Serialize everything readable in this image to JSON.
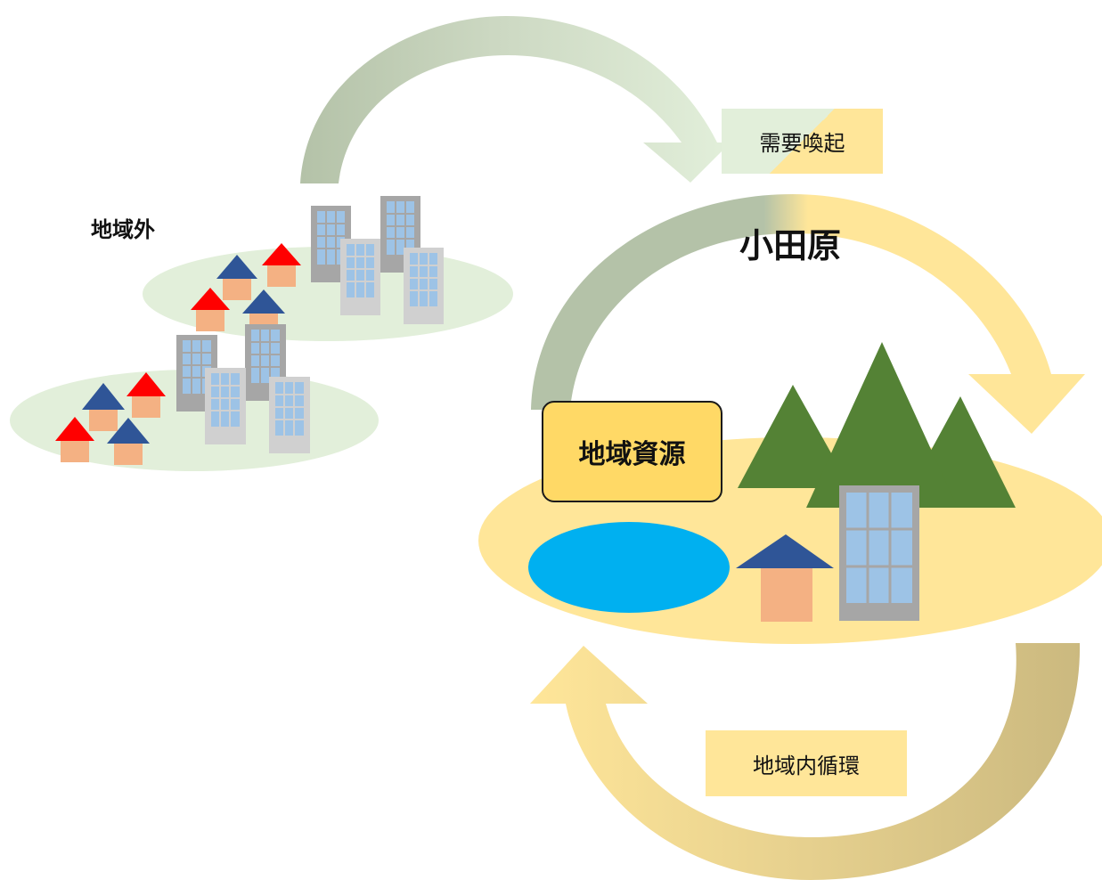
{
  "labels": {
    "outside_region": "地域外",
    "city": "小田原",
    "local_resources": "地域資源",
    "demand_arousal": "需要喚起",
    "local_circulation": "地域内循環"
  },
  "colors": {
    "arrow_green": "#B4C2A8",
    "arrow_green_light": "#E2EFDA",
    "arrow_yellow": "#FFE699",
    "arrow_tan": "#CBB97F",
    "ground_green": "#E2EFDA",
    "ground_yellow": "#FFE699",
    "resource_box": "#FFD966",
    "lake": "#00B0F0",
    "mountain": "#548235",
    "roof_blue": "#2F5597",
    "roof_red": "#FF0000",
    "house_wall": "#F4B183",
    "building_dark": "#A6A6A6",
    "building_light": "#D0D0D0",
    "window": "#9DC3E6"
  }
}
